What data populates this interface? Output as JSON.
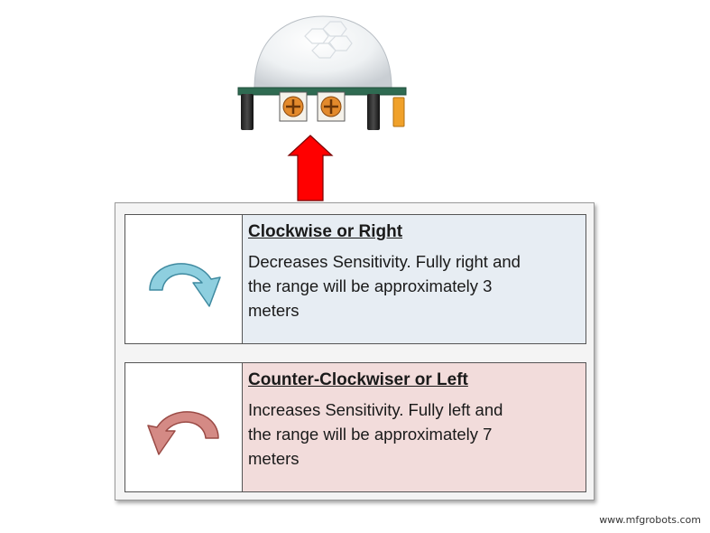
{
  "rows": [
    {
      "title": "Clockwise or Right",
      "description": "Decreases Sensitivity.  Fully right and\nthe range will be approximately 3\nmeters",
      "arrow_color": "#8ecfdf",
      "background": "#e7edf3",
      "icon": "clockwise-arrow-icon"
    },
    {
      "title": "Counter-Clockwiser or Left",
      "description": "Increases Sensitivity.  Fully left and\nthe range will be approximately 7\nmeters",
      "arrow_color": "#d48a85",
      "background": "#f2dcdb",
      "icon": "counter-clockwise-arrow-icon"
    }
  ],
  "pointer_color": "#ff0000",
  "watermark": "www.mfgrobots.com"
}
